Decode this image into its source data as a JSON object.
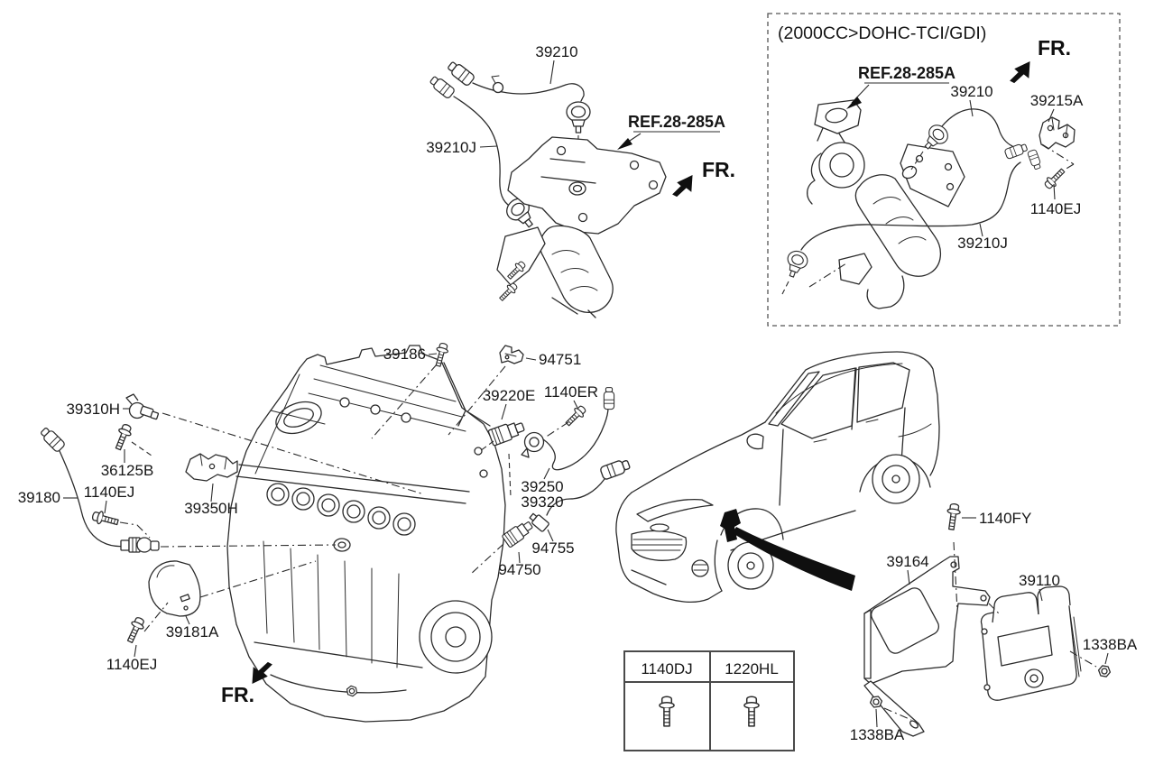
{
  "palette": {
    "background": "#ffffff",
    "line_color": "#2b2b2b",
    "text_color": "#161616",
    "highlight_black": "#0f0f0f"
  },
  "inset": {
    "caption": "(2000CC>DOHC-TCI/GDI)",
    "fr_label": "FR.",
    "ref_label": "REF.28-285A",
    "labels": {
      "p39210": "39210",
      "p39215a": "39215A",
      "p1140ej": "1140EJ",
      "p39210j": "39210J"
    }
  },
  "upper": {
    "fr_label": "FR.",
    "ref_label": "REF.28-285A",
    "labels": {
      "p39210": "39210",
      "p39210j": "39210J"
    }
  },
  "engine": {
    "fr_label": "FR.",
    "labels": {
      "p39186": "39186",
      "p94751": "94751",
      "p39220e": "39220E",
      "p1140er": "1140ER",
      "p39310h": "39310H",
      "p36125b": "36125B",
      "p1140ej_upper": "1140EJ",
      "p39180": "39180",
      "p39350h": "39350H",
      "p39250": "39250",
      "p39320": "39320",
      "p94755": "94755",
      "p94750": "94750",
      "p39181a": "39181A",
      "p1140ej_lower": "1140EJ"
    }
  },
  "ecu": {
    "labels": {
      "p1140fy": "1140FY",
      "p39164": "39164",
      "p39110": "39110",
      "p1338ba_right": "1338BA",
      "p1338ba_bottom": "1338BA"
    }
  },
  "fastener_table": {
    "columns": [
      {
        "code": "1140DJ"
      },
      {
        "code": "1220HL"
      }
    ]
  }
}
